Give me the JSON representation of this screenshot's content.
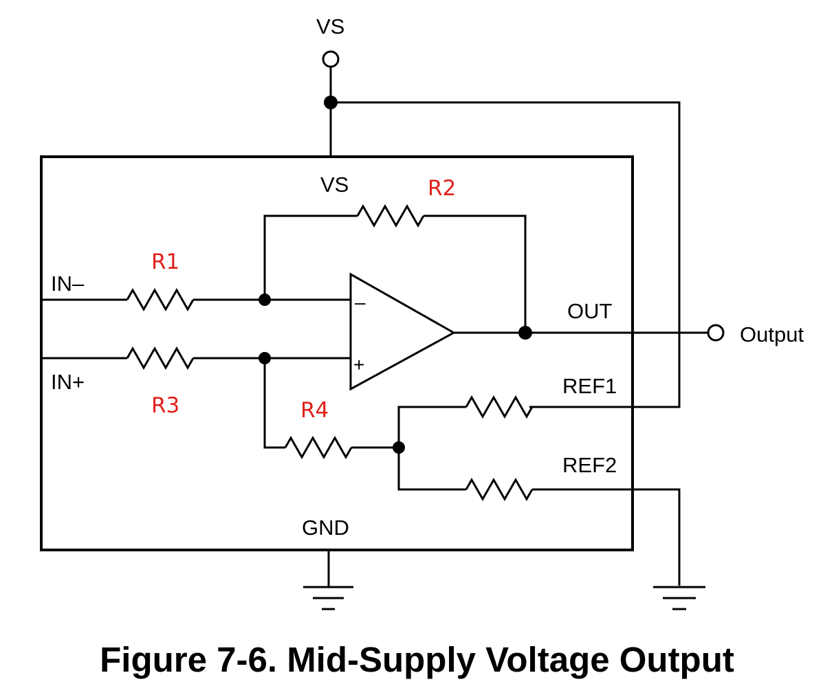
{
  "labels": {
    "vs_top": "VS",
    "vs_inner": "VS",
    "in_minus": "IN–",
    "in_plus": "IN+",
    "out": "OUT",
    "output": "Output",
    "ref1": "REF1",
    "ref2": "REF2",
    "gnd": "GND"
  },
  "resistors": {
    "r1": "R1",
    "r2": "R2",
    "r3": "R3",
    "r4": "R4"
  },
  "opamp": {
    "minus": "–",
    "plus": "+"
  },
  "caption": "Figure 7-6. Mid-Supply Voltage Output",
  "colors": {
    "resistor_label": "#e0201a",
    "lines": "#000000"
  }
}
